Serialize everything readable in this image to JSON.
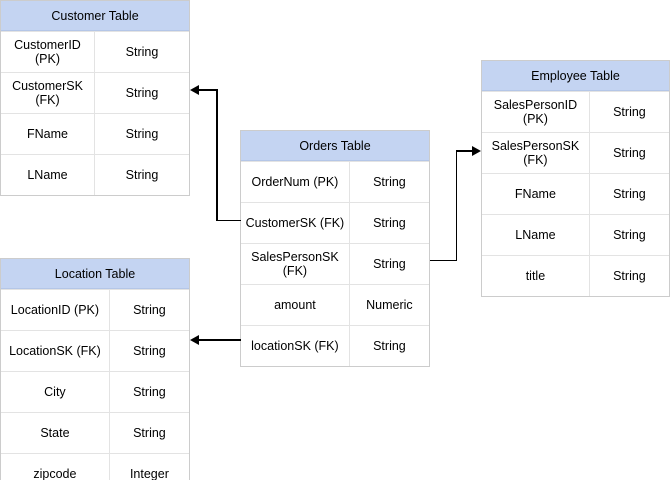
{
  "diagram": {
    "type": "entity-relationship-diagram",
    "background_color": "#ffffff",
    "header_color": "#c4d4f2",
    "border_color": "#cccccc",
    "connector_color": "#000000",
    "tables": [
      {
        "id": "customer",
        "title": "Customer Table",
        "rows": [
          {
            "name": "CustomerID (PK)",
            "type": "String"
          },
          {
            "name": "CustomerSK (FK)",
            "type": "String"
          },
          {
            "name": "FName",
            "type": "String"
          },
          {
            "name": "LName",
            "type": "String"
          }
        ]
      },
      {
        "id": "orders",
        "title": "Orders Table",
        "rows": [
          {
            "name": "OrderNum (PK)",
            "type": "String"
          },
          {
            "name": "CustomerSK (FK)",
            "type": "String"
          },
          {
            "name": "SalesPersonSK (FK)",
            "type": "String"
          },
          {
            "name": "amount",
            "type": "Numeric"
          },
          {
            "name": "locationSK (FK)",
            "type": "String"
          }
        ]
      },
      {
        "id": "employee",
        "title": "Employee Table",
        "rows": [
          {
            "name": "SalesPersonID (PK)",
            "type": "String"
          },
          {
            "name": "SalesPersonSK (FK)",
            "type": "String"
          },
          {
            "name": "FName",
            "type": "String"
          },
          {
            "name": "LName",
            "type": "String"
          },
          {
            "name": "title",
            "type": "String"
          }
        ]
      },
      {
        "id": "location",
        "title": "Location Table",
        "rows": [
          {
            "name": "LocationID (PK)",
            "type": "String"
          },
          {
            "name": "LocationSK (FK)",
            "type": "String"
          },
          {
            "name": "City",
            "type": "String"
          },
          {
            "name": "State",
            "type": "String"
          },
          {
            "name": "zipcode",
            "type": "Integer"
          }
        ]
      }
    ],
    "relationships": [
      {
        "id": "orders-to-customer",
        "from": "orders.CustomerSK (FK)",
        "to": "customer.CustomerSK (FK)",
        "direction": "left"
      },
      {
        "id": "orders-to-employee",
        "from": "orders.SalesPersonSK (FK)",
        "to": "employee.SalesPersonSK (FK)",
        "direction": "right"
      },
      {
        "id": "orders-to-location",
        "from": "orders.locationSK (FK)",
        "to": "location.LocationSK (FK)",
        "direction": "left"
      }
    ]
  }
}
